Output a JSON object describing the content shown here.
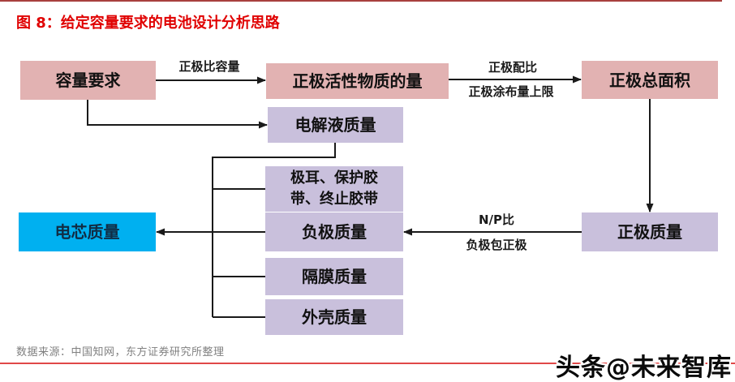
{
  "figure": {
    "title": "图 8：给定容量要求的电池设计分析思路"
  },
  "diagram": {
    "nodes": {
      "capacity_requirement": {
        "label": "容量要求"
      },
      "cathode_active_amount": {
        "label": "正极活性物质的量"
      },
      "cathode_total_area": {
        "label": "正极总面积"
      },
      "electrolyte_mass": {
        "label": "电解液质量"
      },
      "tabs_and_tapes": {
        "label": "极耳、保护胶带、终止胶带"
      },
      "anode_mass": {
        "label": "负极质量"
      },
      "separator_mass": {
        "label": "隔膜质量"
      },
      "case_mass": {
        "label": "外壳质量"
      },
      "cell_mass": {
        "label": "电芯质量"
      },
      "cathode_mass": {
        "label": "正极质量"
      }
    },
    "edge_labels": {
      "cathode_specific_capacity": "正极比容量",
      "cathode_ratio": "正极配比",
      "cathode_coating_limit": "正极涂布量上限",
      "np_ratio": "N/P比",
      "anode_wraps_cathode": "负极包正极"
    },
    "colors": {
      "pink": "#e2b2b2",
      "purple": "#c9c0dc",
      "cyan": "#00b0f0",
      "line_black": "#1a1a1a",
      "title_red": "#e00000",
      "top_rule_red": "#a8403e",
      "bottom_rule_red": "#e04848",
      "source_gray": "#808080"
    }
  },
  "footer": {
    "source": "数据来源：中国知网，东方证券研究所整理",
    "watermark": "头条@未来智库"
  }
}
